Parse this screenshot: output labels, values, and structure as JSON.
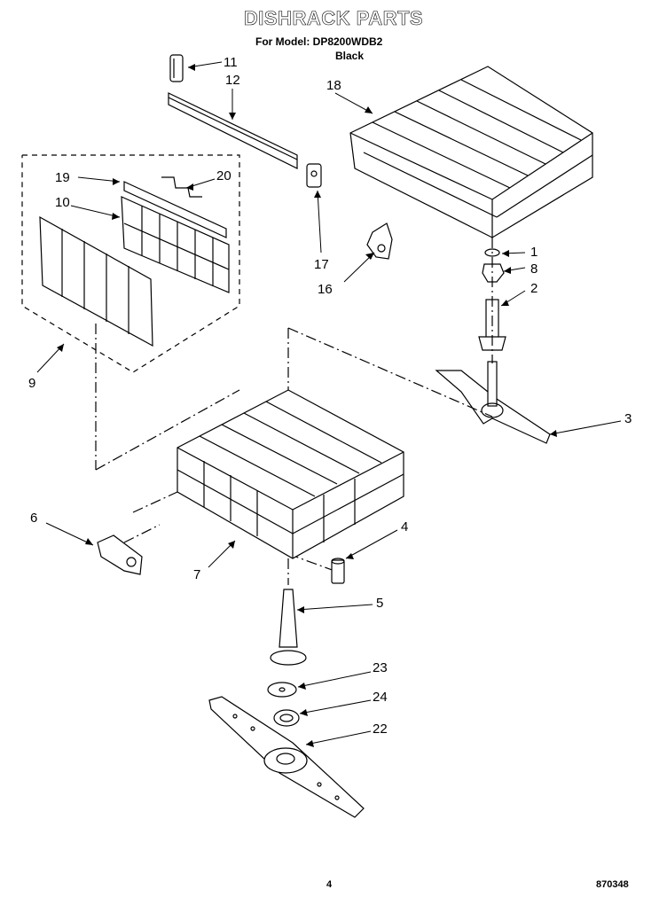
{
  "header": {
    "title": "DISHRACK PARTS",
    "model_line": "For Model: DP8200WDB2",
    "color_line": "Black"
  },
  "callouts": [
    {
      "number": "11"
    },
    {
      "number": "12"
    },
    {
      "number": "18"
    },
    {
      "number": "19"
    },
    {
      "number": "20"
    },
    {
      "number": "10"
    },
    {
      "number": "17"
    },
    {
      "number": "16"
    },
    {
      "number": "1"
    },
    {
      "number": "8"
    },
    {
      "number": "2"
    },
    {
      "number": "9"
    },
    {
      "number": "3"
    },
    {
      "number": "6"
    },
    {
      "number": "4"
    },
    {
      "number": "7"
    },
    {
      "number": "5"
    },
    {
      "number": "23"
    },
    {
      "number": "24"
    },
    {
      "number": "22"
    }
  ],
  "footer": {
    "page_number": "4",
    "diagram_code": "870348"
  }
}
